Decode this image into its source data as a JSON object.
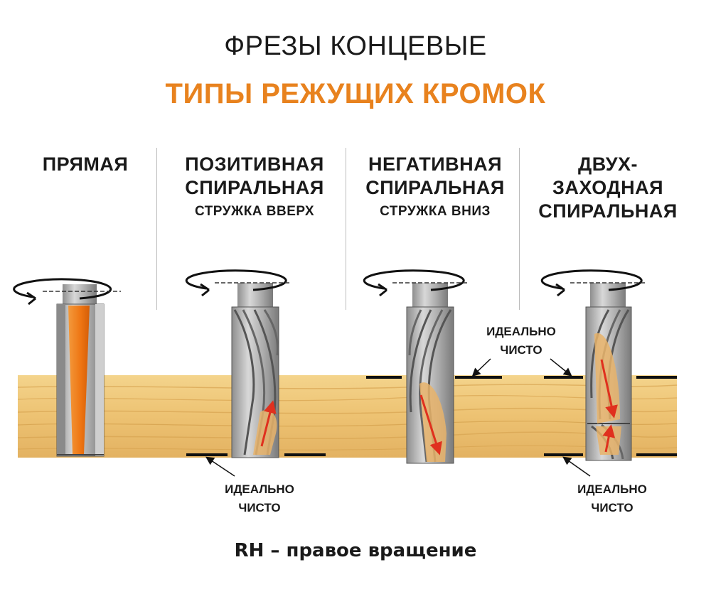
{
  "header": {
    "title": "ФРЕЗЫ КОНЦЕВЫЕ",
    "subtitle": "ТИПЫ РЕЖУЩИХ КРОМОК",
    "subtitle_color": "#e8821e"
  },
  "columns": [
    {
      "title_lines": [
        "ПРЯМАЯ"
      ],
      "sub": ""
    },
    {
      "title_lines": [
        "ПОЗИТИВНАЯ",
        "СПИРАЛЬНАЯ"
      ],
      "sub": "СТРУЖКА ВВЕРХ"
    },
    {
      "title_lines": [
        "НЕГАТИВНАЯ",
        "СПИРАЛЬНАЯ"
      ],
      "sub": "СТРУЖКА ВНИЗ"
    },
    {
      "title_lines": [
        "ДВУХ-",
        "ЗАХОДНАЯ",
        "СПИРАЛЬНАЯ"
      ],
      "sub": ""
    }
  ],
  "annotations": {
    "clean_1": [
      "ИДЕАЛЬНО",
      "ЧИСТО"
    ],
    "clean_2": [
      "ИДЕАЛЬНО",
      "ЧИСТО"
    ],
    "clean_3": [
      "ИДЕАЛЬНО",
      "ЧИСТО"
    ]
  },
  "caption": "RH – правое вращение",
  "colors": {
    "wood": "#f0c878",
    "wood_dark": "#d9a85a",
    "steel": "#b8b8b8",
    "orange_insert": "#f07a1a",
    "arrow": "#e0301e"
  },
  "icons": [
    "rotation-arrow-icon",
    "chip-direction-arrow-icon"
  ]
}
